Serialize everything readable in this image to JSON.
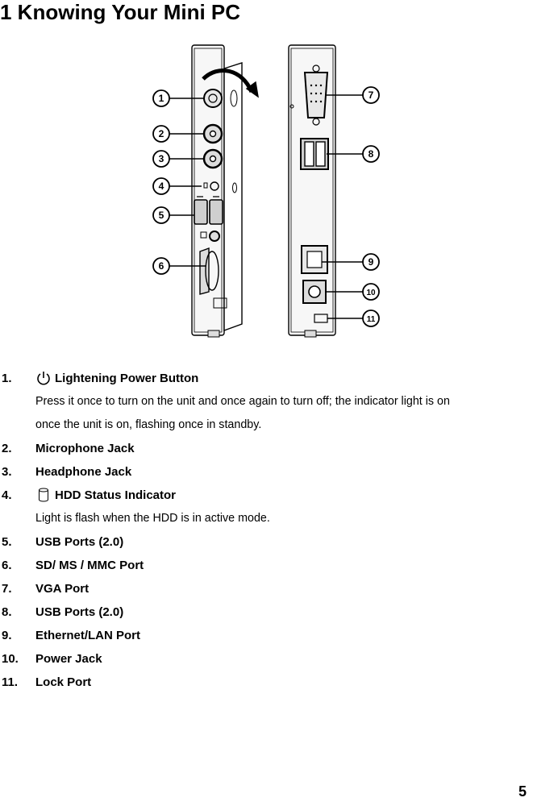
{
  "heading": "1 Knowing Your Mini PC",
  "callouts": [
    "1",
    "2",
    "3",
    "4",
    "5",
    "6",
    "7",
    "8",
    "9",
    "10",
    "11"
  ],
  "items": [
    {
      "num": "1.",
      "label": "Lightening Power Button",
      "icon": "power-icon",
      "desc": [
        "Press it once to turn on the unit and once again to turn off; the indicator light is on",
        "once the unit is on, flashing once in standby."
      ]
    },
    {
      "num": "2.",
      "label": "Microphone Jack"
    },
    {
      "num": "3.",
      "label": "Headphone Jack"
    },
    {
      "num": "4.",
      "label": "HDD Status Indicator",
      "icon": "hdd-icon",
      "desc": [
        "Light is flash when the HDD is in active mode."
      ]
    },
    {
      "num": "5.",
      "label": "USB Ports (2.0)"
    },
    {
      "num": "6.",
      "label": "SD/ MS / MMC Port"
    },
    {
      "num": "7.",
      "label": "VGA Port"
    },
    {
      "num": "8.",
      "label": "USB Ports (2.0)"
    },
    {
      "num": "9.",
      "label": "Ethernet/LAN Port"
    },
    {
      "num": "10.",
      "label": "Power Jack"
    },
    {
      "num": "11.",
      "label": "Lock Port"
    }
  ],
  "page_number": "5"
}
